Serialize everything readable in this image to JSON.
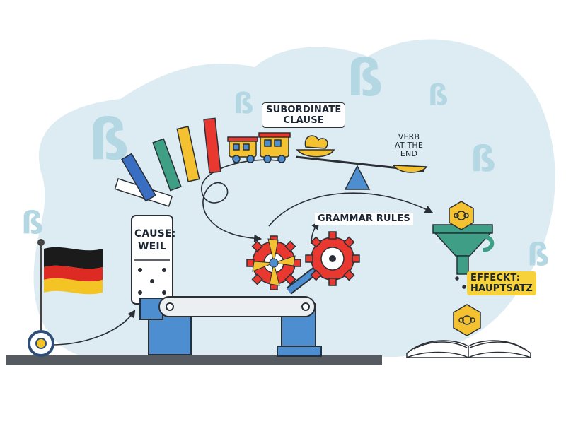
{
  "labels": {
    "subordinate_clause": [
      "SUBORDINATE",
      "CLAUSE"
    ],
    "verb_at_end": [
      "VERB",
      "AT THE",
      "END"
    ],
    "grammar_rules": "GRAMMAR RULES",
    "cause_card": [
      "CAUSE:",
      "WEIL"
    ],
    "effect_label": [
      "EFFECKT:",
      "HAUPTSATZ"
    ]
  },
  "colors": {
    "background_blob": "#dcecf2",
    "sz_symbols": "#b3d7e3",
    "machine_blue": "#4d8ed0",
    "gear_red": "#e9382f",
    "gear_yellow": "#f4c230",
    "funnel_teal": "#3f9f86",
    "label_yellow": "#f7d23a",
    "flag_black": "#1b1b1b",
    "flag_red": "#dd2a22",
    "flag_gold": "#f4c324",
    "ground": "#565b61"
  },
  "decor": {
    "symbol_glyph": "ß",
    "icons": [
      "german-flag-icon",
      "domino-card-icon",
      "bar-block-icon",
      "toy-train-icon",
      "seesaw-icon",
      "gear-icon",
      "funnel-icon",
      "coin-icon",
      "open-book-icon",
      "conveyor-machine-icon"
    ]
  }
}
